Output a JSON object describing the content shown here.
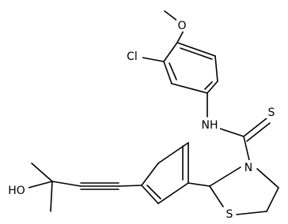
{
  "molecule": {
    "atoms": {
      "o_methoxy": "O",
      "cl": "Cl",
      "nh": "NH",
      "s_thione": "S",
      "n_ring": "N",
      "s_ring": "S",
      "ho": "HO"
    }
  },
  "colors": {
    "bond": "#000000",
    "label": "#000000",
    "background": "#ffffff"
  }
}
